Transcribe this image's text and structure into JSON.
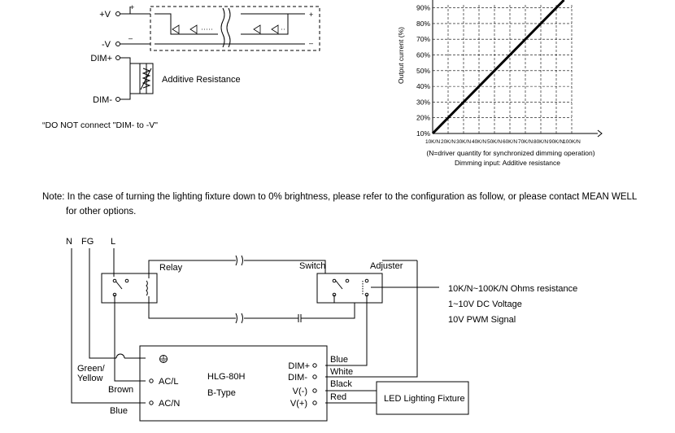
{
  "top_diagram": {
    "terminals": [
      "+V",
      "-V",
      "DIM+",
      "DIM-"
    ],
    "plus_sign": "+",
    "minus_sign": "–",
    "resistor_label": "Additive Resistance",
    "warning": "“DO NOT connect \"DIM- to -V\""
  },
  "chart_data": {
    "type": "line",
    "title": "",
    "ylabel": "Output current (%)",
    "xlabel": "(N=driver quantity for  synchronized dimming  operation)",
    "caption": "Dimming input: Additive resistance",
    "categories": [
      "10K/N",
      "20K/N",
      "30K/N",
      "40K/N",
      "50K/N",
      "60K/N",
      "70K/N",
      "80K/N",
      "90K/N",
      "100K/N"
    ],
    "y_ticks": [
      "10%",
      "20%",
      "30%",
      "40%",
      "50%",
      "60%",
      "70%",
      "80%",
      "90%"
    ],
    "ylim": [
      10,
      95
    ],
    "x": [
      1,
      9.5
    ],
    "values": [
      10,
      95
    ],
    "grid": "dashed"
  },
  "note": {
    "line1": "Note: In the case of turning the lighting fixture down to 0% brightness, please refer to the configuration as follow, or please contact MEAN WELL",
    "line2": "for other options."
  },
  "bottom_diagram": {
    "inputs": [
      "N",
      "FG",
      "L"
    ],
    "relay_label": "Relay",
    "switch_label": "Switch",
    "adjuster_label": "Adjuster",
    "adjuster_options": [
      "10K/N~100K/N Ohms resistance",
      "1~10V DC Voltage",
      "10V PWM Signal"
    ],
    "driver_model": "HLG-80H",
    "driver_type": "B-Type",
    "driver_pins_left": [
      "AC/L",
      "AC/N"
    ],
    "driver_pins_right": [
      "DIM+",
      "DIM-",
      "V(-)",
      "V(+)"
    ],
    "wire_colors": [
      "Blue",
      "White",
      "Black",
      "Red"
    ],
    "input_wires": [
      "Green/\nYellow",
      "Brown",
      "Blue"
    ],
    "green_yellow_1": "Green/",
    "green_yellow_2": "Yellow",
    "fixture_label": "LED Lighting Fixture"
  }
}
